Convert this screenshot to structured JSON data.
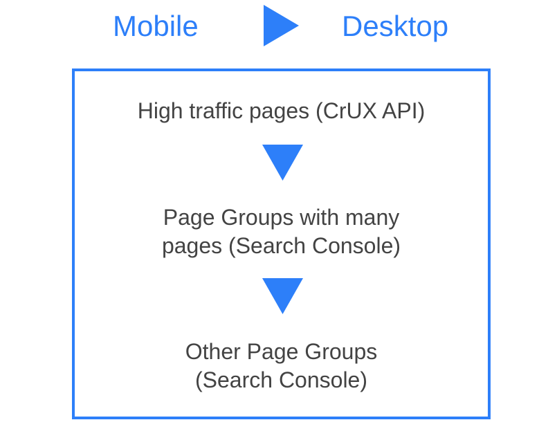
{
  "header": {
    "left_label": "Mobile",
    "right_label": "Desktop"
  },
  "steps": [
    {
      "text": "High traffic pages (CrUX API)"
    },
    {
      "text": "Page Groups with many\npages (Search Console)"
    },
    {
      "text": "Other Page Groups\n(Search Console)"
    }
  ],
  "colors": {
    "accent": "#2d7ff9",
    "text": "#434343",
    "background": "#ffffff"
  },
  "icons": {
    "header_arrow": "triangle-right-icon",
    "step_arrow": "triangle-down-icon"
  }
}
